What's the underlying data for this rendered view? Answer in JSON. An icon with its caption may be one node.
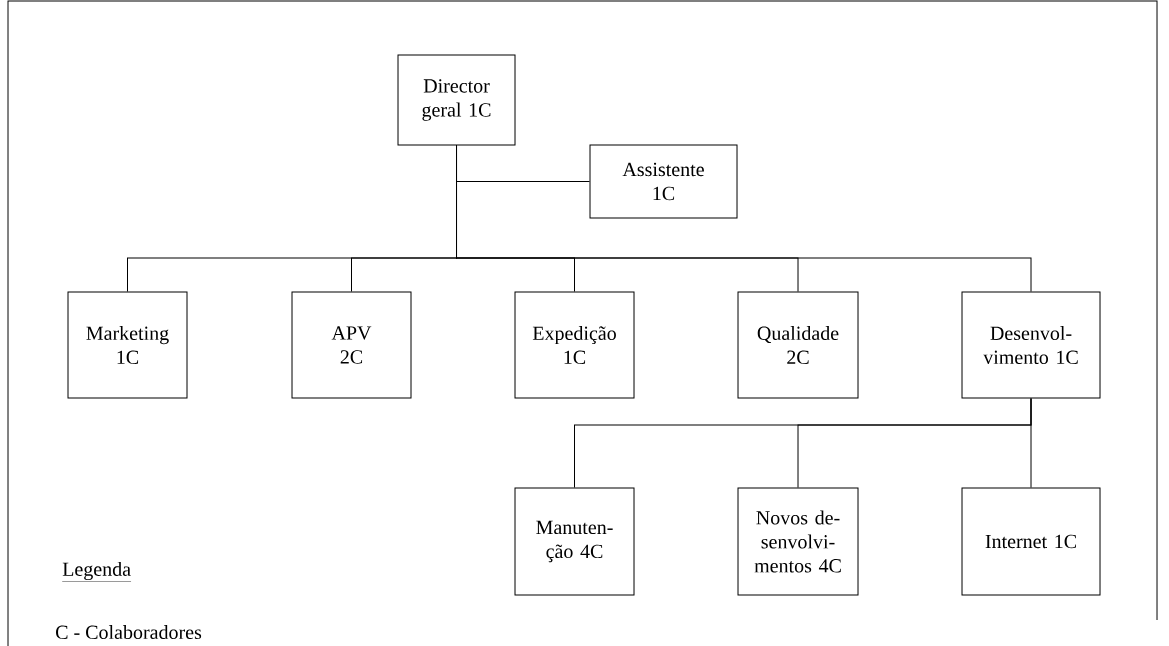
{
  "diagram": {
    "nodes": [
      {
        "text": [
          "Director geral 1C"
        ]
      },
      {
        "text": [
          "Assistente 1C"
        ]
      },
      {
        "text": [
          "Marketing 1C"
        ]
      },
      {
        "text": [
          "APV 2C"
        ]
      },
      {
        "text": [
          "Expedição 1C"
        ]
      },
      {
        "text": [
          "Qualidade 2C"
        ]
      },
      {
        "text": [
          "Desenvol- vimento 1C"
        ]
      },
      {
        "text": [
          "Manuten- ção 4C"
        ]
      },
      {
        "text": [
          "Novos de- senvolvi- mentos 4C"
        ]
      },
      {
        "text": [
          "Internet 1C"
        ]
      }
    ],
    "edges": [
      {
        "from": 0,
        "to": 1,
        "arrow": "none"
      },
      {
        "from": 0,
        "to": 2,
        "arrow": "none"
      },
      {
        "from": 0,
        "to": 3,
        "arrow": "none"
      },
      {
        "from": 0,
        "to": 4,
        "arrow": "none"
      },
      {
        "from": 0,
        "to": 5,
        "arrow": "none"
      },
      {
        "from": 0,
        "to": 6,
        "arrow": "none"
      },
      {
        "from": 6,
        "to": 7,
        "arrow": "none"
      },
      {
        "from": 6,
        "to": 8,
        "arrow": "none"
      },
      {
        "from": 6,
        "to": 9,
        "arrow": "none"
      }
    ],
    "labels": [
      "Legenda"
    ],
    "legend": [
      {
        "text": "C - Colaboradores"
      }
    ]
  }
}
